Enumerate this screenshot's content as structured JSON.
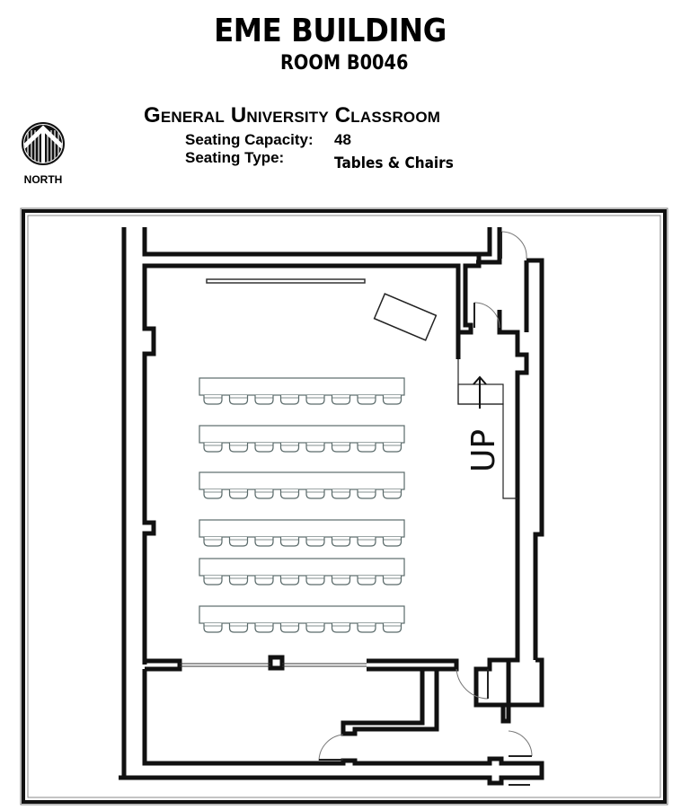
{
  "header": {
    "building": "EME BUILDING",
    "room": "ROOM B0046",
    "classroom_type": "General University Classroom",
    "seating_capacity_label": "Seating Capacity:",
    "seating_capacity_value": "48",
    "seating_type_label": "Seating Type:",
    "seating_type_value": "Tables & Chairs"
  },
  "compass": {
    "icon": "north-arrow-icon",
    "label": "NORTH"
  },
  "floor_plan": {
    "stair_label": "UP",
    "table_rows": 6,
    "chairs_per_row": 8,
    "total_seats": 48,
    "features": [
      "whiteboard",
      "instructor-desk",
      "stairs-up",
      "doors",
      "window-partition"
    ]
  }
}
